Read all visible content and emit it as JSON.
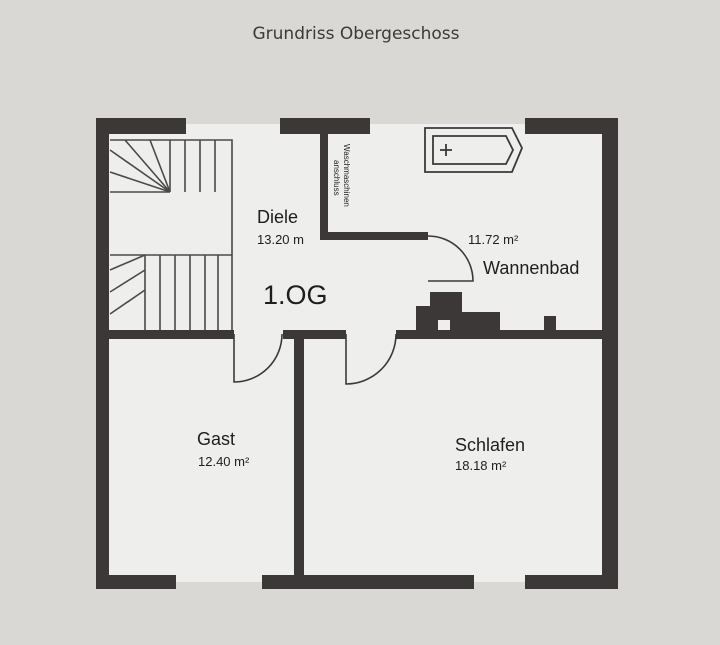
{
  "title": "Grundriss Obergeschoss",
  "floor_label": "1.OG",
  "rooms": {
    "diele": {
      "name": "Diele",
      "area": "13.20 m"
    },
    "wannenbad": {
      "name": "Wannenbad",
      "area": "11.72 m²"
    },
    "gast": {
      "name": "Gast",
      "area": "12.40 m²"
    },
    "schlafen": {
      "name": "Schlafen",
      "area": "18.18 m²"
    }
  },
  "annotation": {
    "line1": "Waschmaschinen",
    "line2": "anschluss"
  },
  "colors": {
    "background": "#d9d8d4",
    "wall": "#3c3838",
    "floor_fill": "#eeeeec",
    "line": "#3a3a3a"
  }
}
